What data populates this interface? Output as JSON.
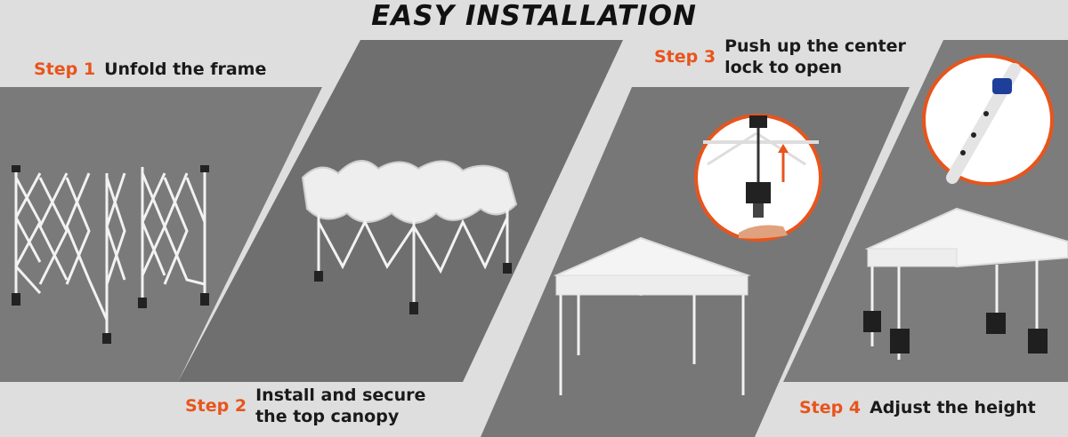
{
  "title": "EASY INSTALLATION",
  "steps": [
    {
      "number": "Step 1",
      "text": "Unfold the frame"
    },
    {
      "number": "Step 2",
      "text_line1": "Install and secure",
      "text_line2": "the top canopy"
    },
    {
      "number": "Step 3",
      "text_line1": "Push up the center",
      "text_line2": "lock to open"
    },
    {
      "number": "Step 4",
      "text": "Adjust the height"
    }
  ],
  "colors": {
    "accent": "#e8541c",
    "panel": "#7a7a7a",
    "background": "#dedede",
    "text": "#1a1a1a"
  }
}
